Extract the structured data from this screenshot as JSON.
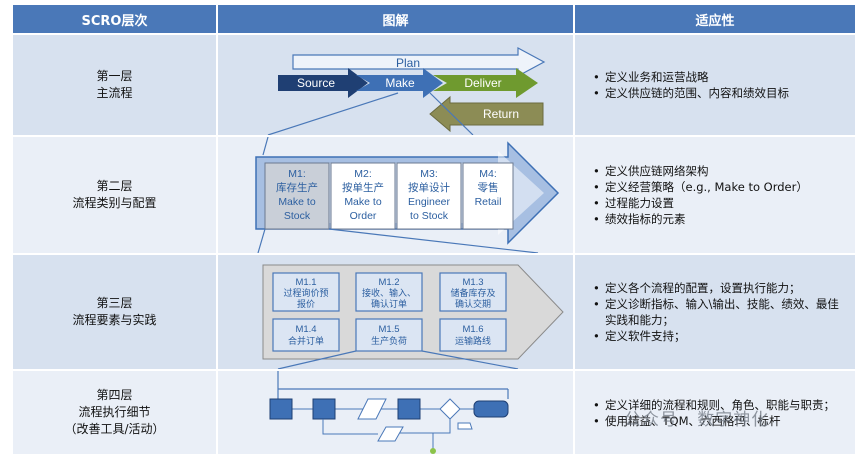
{
  "header": {
    "col1": "SCRO层次",
    "col2": "图解",
    "col3": "适应性"
  },
  "rows": [
    {
      "level": "第一层",
      "name": "主流程",
      "bullets": [
        "定义业务和运营战略",
        "定义供应链的范围、内容和绩效目标"
      ]
    },
    {
      "level": "第二层",
      "name": "流程类别与配置",
      "bullets": [
        "定义供应链网络架构",
        "定义经营策略（e.g., Make to Order）",
        "过程能力设置",
        "绩效指标的元素"
      ]
    },
    {
      "level": "第三层",
      "name": "流程要素与实践",
      "bullets": [
        "定义各个流程的配置，设置执行能力；",
        "定义诊断指标、输入\\输出、技能、绩效、最佳实践和能力；",
        "定义软件支持；"
      ]
    },
    {
      "level": "第四层",
      "name": "流程执行细节",
      "name2": "（改善工具/活动）",
      "bullets": [
        "定义详细的流程和规则、角色、职能与职责；",
        "使用精益、TQM、六西格玛、标杆"
      ]
    }
  ],
  "level1": {
    "plan": "Plan",
    "source": "Source",
    "make": "Make",
    "deliver": "Deliver",
    "return": "Return"
  },
  "level2": {
    "boxes": [
      {
        "l1": "M1:",
        "l2": "库存生产",
        "l3": "Make to",
        "l4": "Stock"
      },
      {
        "l1": "M2:",
        "l2": "按单生产",
        "l3": "Make to",
        "l4": "Order"
      },
      {
        "l1": "M3:",
        "l2": "按单设计",
        "l3": "Engineer",
        "l4": "to Stock"
      },
      {
        "l1": "M4:",
        "l2": "零售",
        "l3": "Retail",
        "l4": ""
      }
    ]
  },
  "level3": {
    "boxes": [
      {
        "code": "M1.1",
        "a": "过程询价预",
        "b": "报价"
      },
      {
        "code": "M1.2",
        "a": "接收、输入、",
        "b": "确认订单"
      },
      {
        "code": "M1.3",
        "a": "储备库存及",
        "b": "确认交期"
      },
      {
        "code": "M1.4",
        "a": "合并订单",
        "b": ""
      },
      {
        "code": "M1.5",
        "a": "生产负荷",
        "b": ""
      },
      {
        "code": "M1.6",
        "a": "运输路线",
        "b": ""
      }
    ]
  },
  "watermark": "公众号 · 数字神化",
  "colors": {
    "header": "#4a78b8",
    "source": "#1f3f73",
    "make": "#3e70b5",
    "deliver": "#6f9a2f",
    "return": "#8c8c55",
    "box_fill": "#dbe5f3",
    "box_text": "#2c5fa0"
  }
}
